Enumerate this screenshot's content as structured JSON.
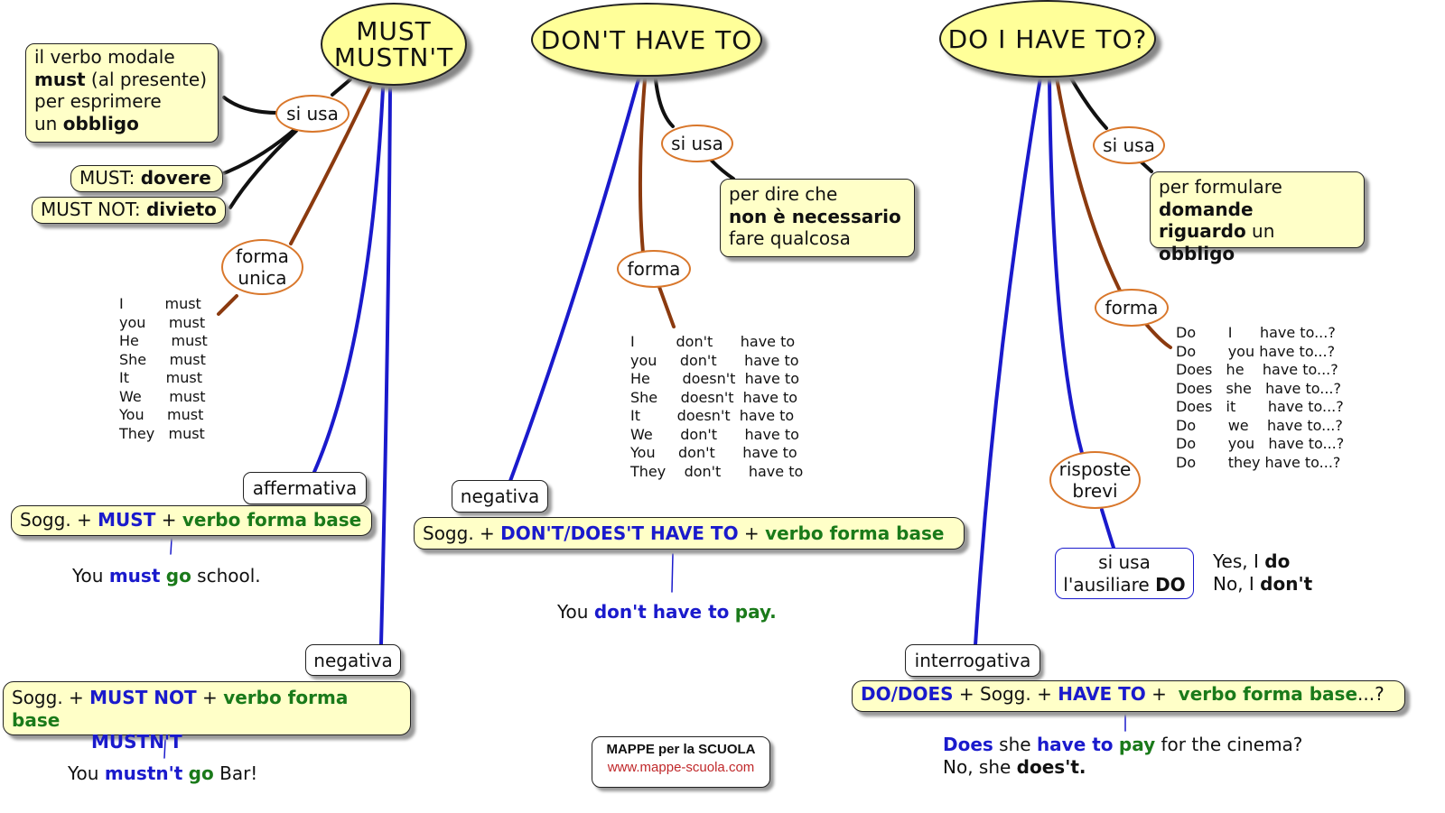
{
  "colors": {
    "node_fill": "#ffff99",
    "box_fill": "#ffffc8",
    "blue": "#1a1acc",
    "green": "#1a7a1a",
    "brown": "#8b3a0f",
    "link_border": "#d9772b"
  },
  "must": {
    "title": [
      "MUST",
      "MUSTN'T"
    ],
    "si_usa": "si usa",
    "desc": {
      "l1": "il verbo modale",
      "l2b": "must",
      "l2": " (al presente)",
      "l3": "per esprimere",
      "l4": "un ",
      "l4b": "obbligo"
    },
    "dovere": {
      "a": "MUST: ",
      "b": "dovere"
    },
    "divieto": {
      "a": "MUST NOT: ",
      "b": "divieto"
    },
    "forma": "forma unica",
    "conj": [
      "I         must",
      "you     must",
      "He       must",
      "She     must",
      "It        must",
      "We      must",
      "You     must",
      "They   must"
    ],
    "affermativa": "affermativa",
    "aff_formula": {
      "a": "Sogg. + ",
      "b": "MUST",
      "c": " + ",
      "d": "verbo forma base"
    },
    "aff_example": {
      "a": "You ",
      "b": "must",
      "c": " ",
      "d": "go",
      "e": " school."
    },
    "negativa": "negativa",
    "neg_formula": {
      "a": "Sogg. + ",
      "b": "MUST NOT",
      "c": " + ",
      "d": "verbo forma base",
      "e": "MUSTN'T"
    },
    "neg_example": {
      "a": "You ",
      "b": "mustn't",
      "c": " ",
      "d": "go",
      "e": " Bar!"
    }
  },
  "dont": {
    "title": "DON'T HAVE TO",
    "si_usa": "si usa",
    "desc": {
      "l1": "per dire che",
      "l2": "non è necessario",
      "l3": "fare qualcosa"
    },
    "forma": "forma",
    "conj": [
      "I         don't      have to",
      "you     don't      have to",
      "He       doesn't  have to",
      "She     doesn't  have to",
      "It        doesn't  have to",
      "We      don't      have to",
      "You     don't      have to",
      "They    don't      have to"
    ],
    "negativa": "negativa",
    "formula": {
      "a": "Sogg. + ",
      "b": "DON'T/DOES'T HAVE TO",
      "c": " + ",
      "d": "verbo forma base"
    },
    "example": {
      "a": "You ",
      "b": "don't have to",
      "c": " ",
      "d": "pay."
    }
  },
  "doi": {
    "title": "DO I HAVE TO?",
    "si_usa": "si usa",
    "desc": {
      "l1": "per formulare",
      "l2": "domande",
      "l3": "riguardo",
      "l3b": " un ",
      "l3c": "obbligo"
    },
    "forma": "forma",
    "conj": [
      "Do       I      have to...?",
      "Do       you have to...?",
      "Does   he    have to...?",
      "Does   she   have to...?",
      "Does   it       have to...?",
      "Do       we    have to...?",
      "Do       you   have to...?",
      "Do       they have to...?"
    ],
    "risposte": "risposte brevi",
    "aux": {
      "a": "si usa",
      "b": "l'ausiliare ",
      "c": "DO"
    },
    "answers": {
      "yes": "Yes, I ",
      "yes_b": "do",
      "no": "No, I ",
      "no_b": "don't"
    },
    "interrogativa": "interrogativa",
    "formula": {
      "a": "DO/DOES",
      "b": " + Sogg. + ",
      "c": "HAVE TO",
      "d": " +  ",
      "e": "verbo forma base",
      "f": "...?"
    },
    "example": {
      "a": "Does",
      "b": " she ",
      "c": "have to",
      "d": " ",
      "e": "pay",
      "f": " for the cinema?",
      "g": "No, she ",
      "h": "does't."
    }
  },
  "logo": {
    "title": "MAPPE per la SCUOLA",
    "url": "www.mappe-scuola.com"
  }
}
